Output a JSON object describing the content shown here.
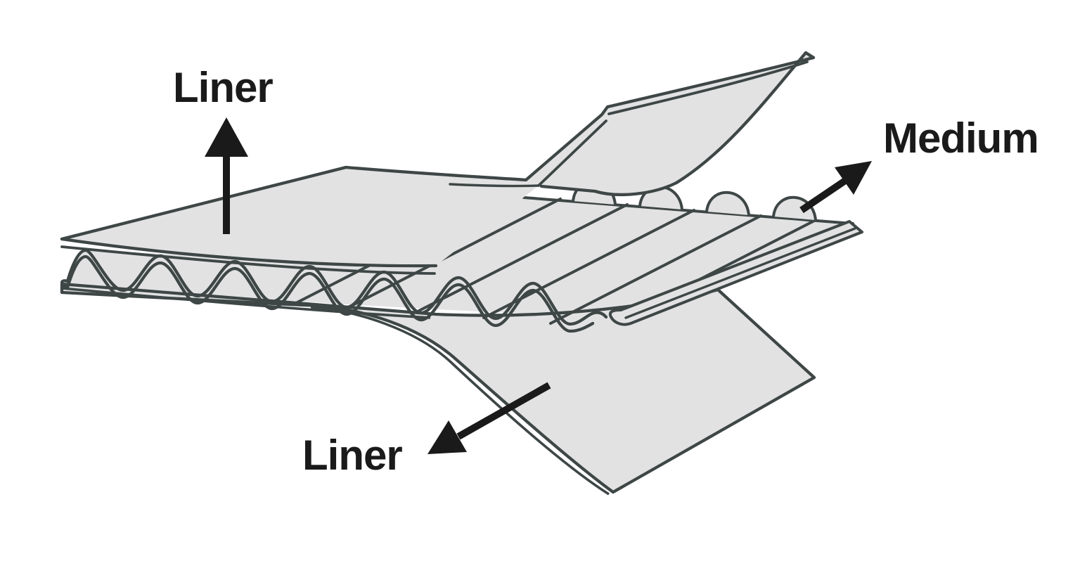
{
  "diagram": {
    "description": "Exploded diagram of corrugated board construction",
    "labels": {
      "top_liner": "Liner",
      "medium": "Medium",
      "bottom_liner": "Liner"
    },
    "colors": {
      "background": "#ffffff",
      "sheet_fill": "#e2e2e2",
      "outline": "#3e4646",
      "annotation": "#1a1a1a"
    }
  }
}
